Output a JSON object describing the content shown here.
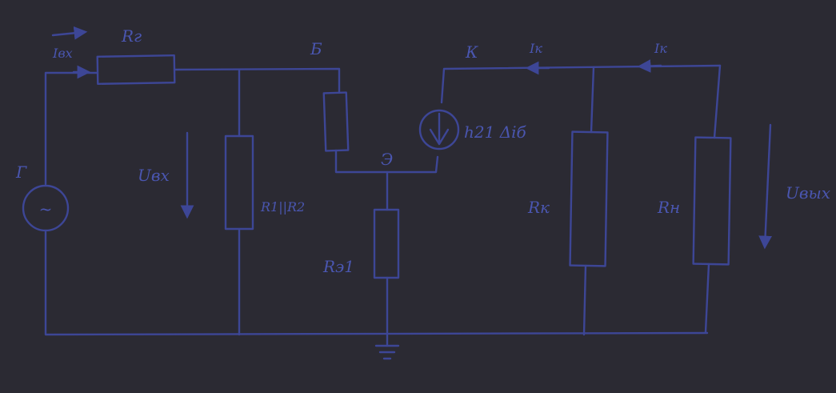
{
  "diagram": {
    "colors": {
      "background": "#2b2a33",
      "ink": "#3d4696",
      "label": "#4a56b0"
    },
    "labels": {
      "source": "Г",
      "source_symbol": "~",
      "r_g": "Rг",
      "i_in": "Iвх",
      "u_in": "Uвх",
      "r_parallel": "R1||R2",
      "node_b": "Б",
      "node_e": "Э",
      "r_e1": "Rэ1",
      "node_k": "К",
      "current_source": "h21 Δiб",
      "i_k1": "Iк",
      "i_k2": "Iк",
      "r_k": "Rк",
      "r_n": "Rн",
      "u_out": "Uвых"
    }
  }
}
